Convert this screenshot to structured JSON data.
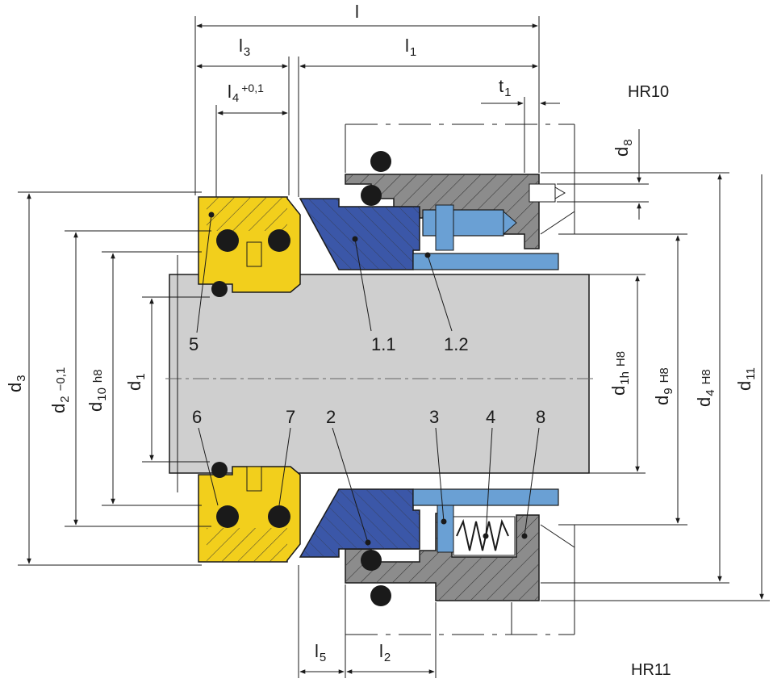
{
  "variants": {
    "top": "HR10",
    "bottom": "HR11"
  },
  "dimensions": {
    "l": {
      "sym": "l",
      "sub": ""
    },
    "l1": {
      "sym": "l",
      "sub": "1"
    },
    "l2": {
      "sym": "l",
      "sub": "2"
    },
    "l3": {
      "sym": "l",
      "sub": "3"
    },
    "l4": {
      "sym": "l",
      "sub": "4",
      "tol": "+0,1"
    },
    "l5": {
      "sym": "l",
      "sub": "5"
    },
    "t1": {
      "sym": "t",
      "sub": "1"
    },
    "d1": {
      "sym": "d",
      "sub": "1"
    },
    "d1h": {
      "sym": "d",
      "sub": "1h",
      "tol": "H8"
    },
    "d2": {
      "sym": "d",
      "sub": "2",
      "tol": "−0,1"
    },
    "d3": {
      "sym": "d",
      "sub": "3"
    },
    "d4": {
      "sym": "d",
      "sub": "4",
      "tol": "H8"
    },
    "d8": {
      "sym": "d",
      "sub": "8"
    },
    "d9": {
      "sym": "d",
      "sub": "9",
      "tol": "H8"
    },
    "d10": {
      "sym": "d",
      "sub": "10",
      "tol": "h8"
    },
    "d11": {
      "sym": "d",
      "sub": "11"
    }
  },
  "parts": [
    "1.1",
    "1.2",
    "2",
    "3",
    "4",
    "5",
    "6",
    "7",
    "8"
  ],
  "colors": {
    "seat_yellow": "#f2cf1c",
    "face_blue": "#3b57a8",
    "sleeve_blue": "#6aa0d4",
    "housing_gray": "#8c8c8c",
    "shaft_gray": "#cfcfcf",
    "oring_black": "#1a1a1a",
    "line": "#1a1a1a"
  }
}
